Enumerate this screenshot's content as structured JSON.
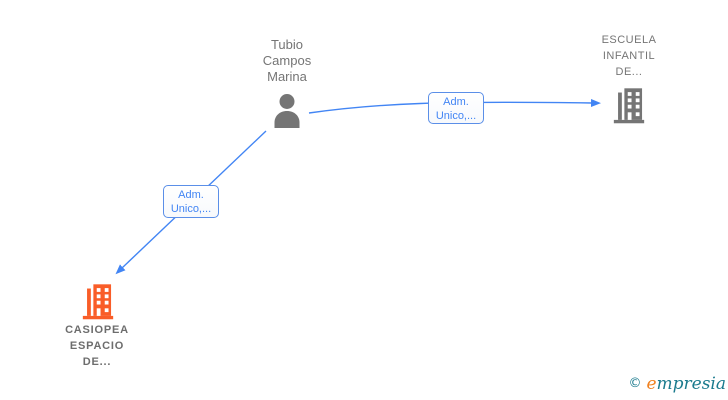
{
  "diagram": {
    "nodes": {
      "person": {
        "name": "Tubio Campos Marina",
        "lines": [
          "Tubio",
          "Campos",
          "Marina"
        ],
        "icon": "person-icon",
        "color": "#757575"
      },
      "company_right": {
        "name": "ESCUELA INFANTIL DE...",
        "lines": [
          "ESCUELA",
          "INFANTIL",
          "DE..."
        ],
        "icon": "building-icon",
        "color": "#757575"
      },
      "company_left": {
        "name": "CASIOPEA ESPACIO DE...",
        "lines": [
          "CASIOPEA",
          "ESPACIO",
          "DE..."
        ],
        "icon": "building-icon",
        "color": "#f95d28",
        "highlighted": true
      }
    },
    "edges": [
      {
        "from": "person",
        "to": "company_right",
        "label_line1": "Adm.",
        "label_line2": "Unico,..."
      },
      {
        "from": "person",
        "to": "company_left",
        "label_line1": "Adm.",
        "label_line2": "Unico,..."
      }
    ],
    "colors": {
      "edge_blue": "#4285f4",
      "node_gray": "#757575",
      "highlight_orange": "#f95d28",
      "label_gray": "#757575"
    }
  },
  "watermark": {
    "copyright_symbol": "©",
    "brand_initial": "e",
    "brand_rest": "mpresia",
    "teal": "#1b7b8e",
    "orange": "#f08221"
  }
}
